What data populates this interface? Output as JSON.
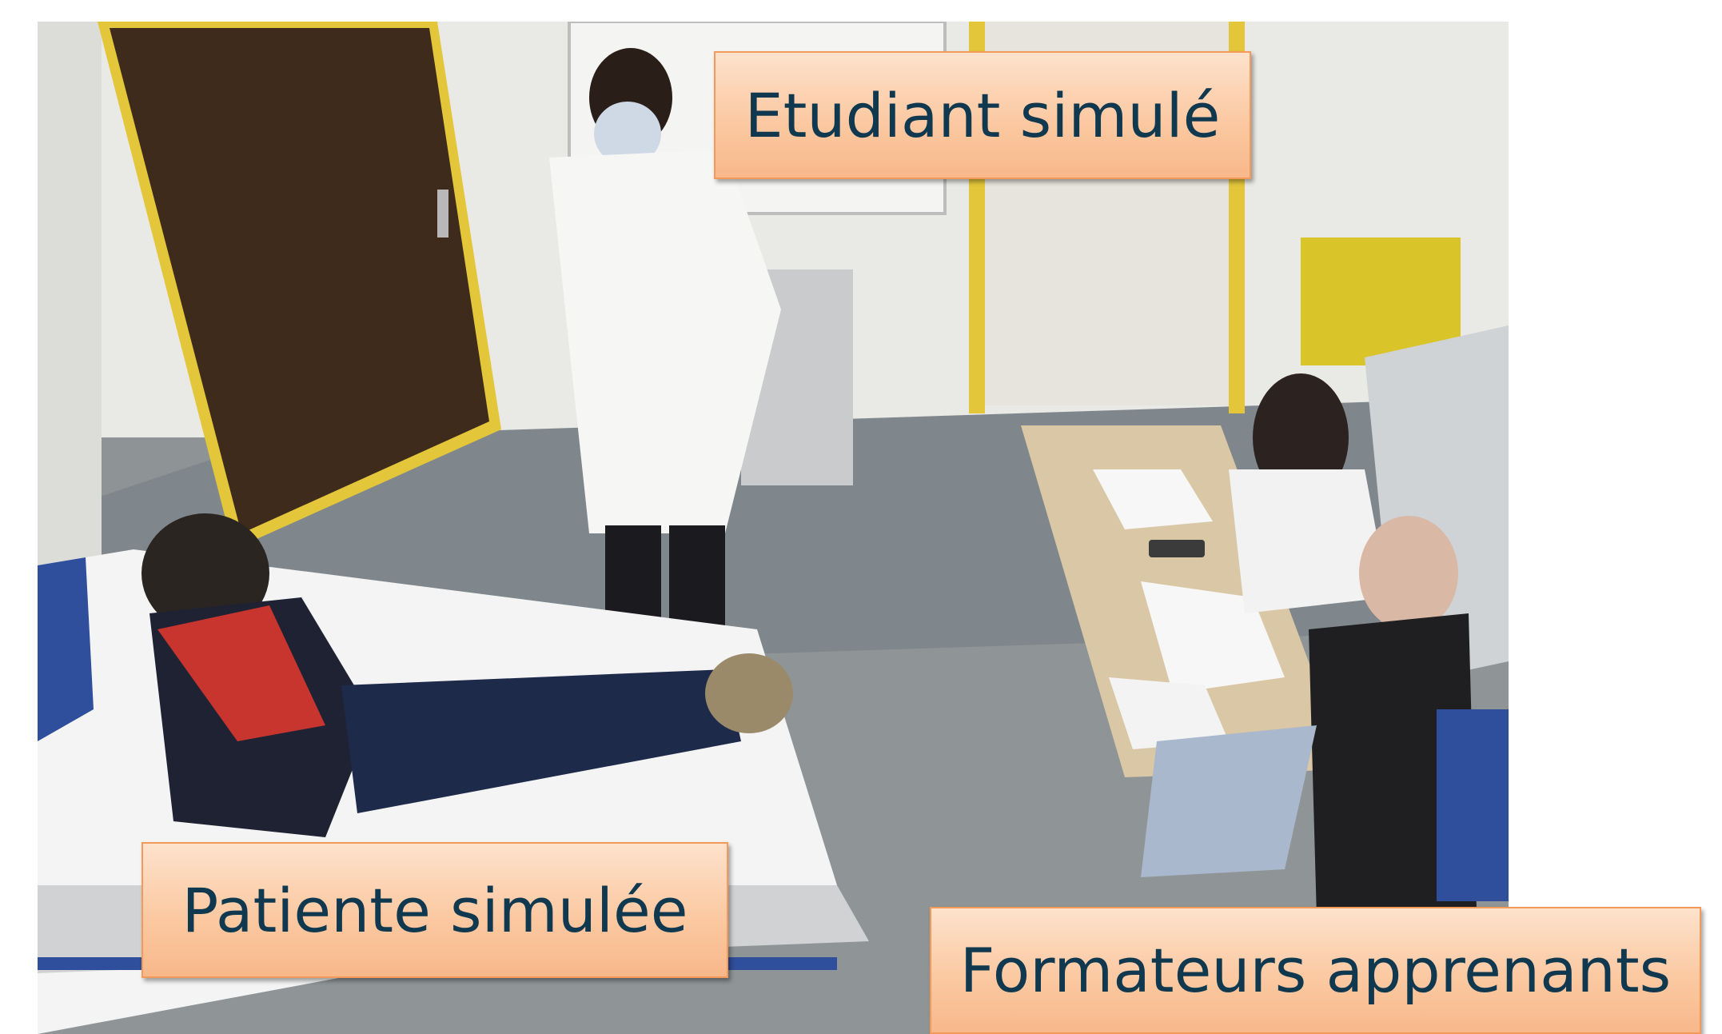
{
  "photo": {
    "description_icon": "classroom-simulation-photo"
  },
  "labels": {
    "student": "Etudiant simulé",
    "patient": "Patiente simulée",
    "trainers": "Formateurs apprenants"
  },
  "colors": {
    "label_fill_top": "#fde2cc",
    "label_fill_bottom": "#f8b88a",
    "label_border": "#f39a5a",
    "label_text": "#10384f"
  }
}
